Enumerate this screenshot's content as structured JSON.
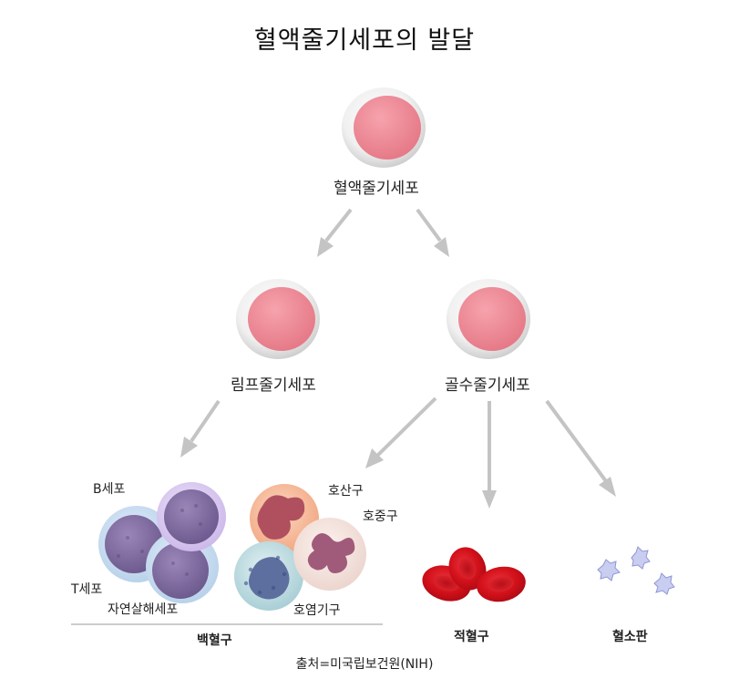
{
  "title": "혈액줄기세포의 발달",
  "nodes": {
    "hematopoietic_stem_cell": "혈액줄기세포",
    "lymphoid_stem_cell": "림프줄기세포",
    "myeloid_stem_cell": "골수줄기세포"
  },
  "cells": {
    "b_cell": "B세포",
    "t_cell": "T세포",
    "nk_cell": "자연살해세포",
    "eosinophil": "호산구",
    "neutrophil": "호중구",
    "basophil": "호염기구"
  },
  "groups": {
    "white_blood_cells": "백혈구",
    "red_blood_cells": "적혈구",
    "platelets": "혈소판"
  },
  "source": "출처=미국립보건원(NIH)"
}
